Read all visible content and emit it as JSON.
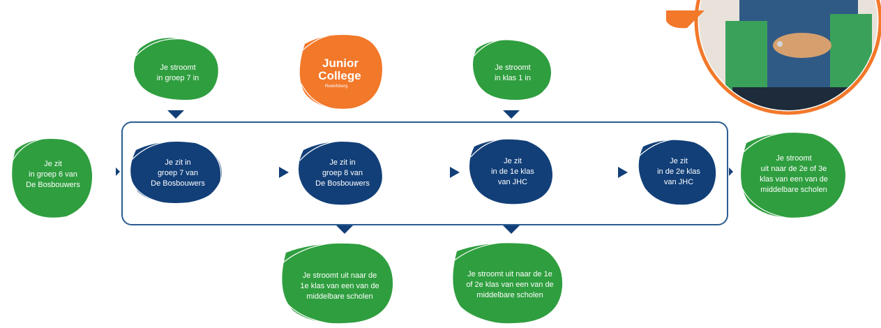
{
  "colors": {
    "green": "#2f9e3f",
    "navy": "#123f78",
    "orange": "#f2782a",
    "frame": "#2b5c91",
    "outline_white": "#ffffff"
  },
  "logo": {
    "line1": "Junior",
    "line2": "College",
    "line3": "Roelofsberg"
  },
  "entry_labels": {
    "groep7": "Je stroomt\nin groep 7 in",
    "klas1": "Je stroomt\nin klas 1 in"
  },
  "start": {
    "label": "Je zit\nin groep 6 van\nDe Bosbouwers"
  },
  "steps": [
    {
      "label": "Je zit in\ngroep 7 van\nDe Bosbouwers"
    },
    {
      "label": "Je zit in\ngroep 8 van\nDe Bosbouwers"
    },
    {
      "label": "Je zit\nin de 1e klas\nvan JHC"
    },
    {
      "label": "Je zit\nin de 2e klas\nvan JHC"
    }
  ],
  "exit_right": {
    "label": "Je stroomt\nuit naar de 2e of 3e\nklas van een van de\nmiddelbare scholen"
  },
  "exit_bottom": [
    {
      "label": "Je stroomt uit naar de\n1e klas van een van de\nmiddelbare scholen"
    },
    {
      "label": "Je stroomt uit naar de 1e\nof 2e klas van een van de\nmiddelbare scholen"
    }
  ],
  "photo": {
    "icon": "student-photo"
  }
}
